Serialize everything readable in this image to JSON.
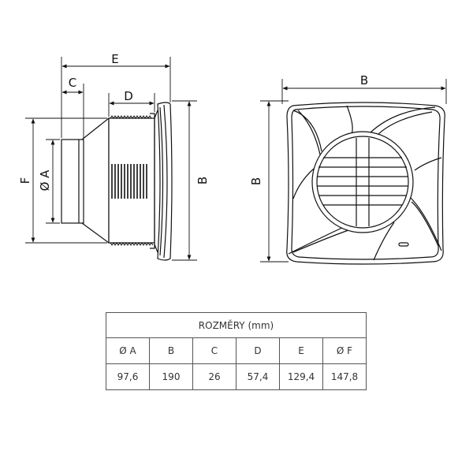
{
  "side_view": {
    "labels": {
      "e": "E",
      "c": "C",
      "d": "D",
      "b": "B",
      "f": "F",
      "a": "Ø A"
    }
  },
  "front_view": {
    "labels": {
      "b_top": "B",
      "b_side": "B"
    }
  },
  "table": {
    "caption": "ROZMĚRY (mm)",
    "headers": [
      "Ø A",
      "B",
      "C",
      "D",
      "E",
      "Ø F"
    ],
    "values": [
      "97,6",
      "190",
      "26",
      "57,4",
      "129,4",
      "147,8"
    ]
  }
}
